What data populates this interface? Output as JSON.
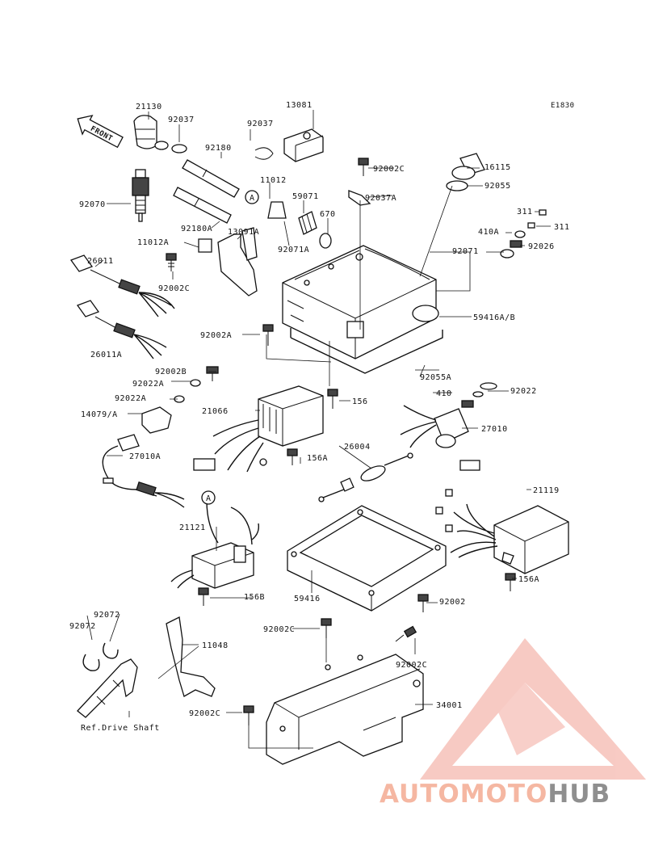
{
  "diagram": {
    "code": "E1830",
    "front_label": "FRONT",
    "ref_label": "Ref.Drive Shaft",
    "circle_ref": "A",
    "parts": [
      {
        "id": "p21130",
        "label": "21130"
      },
      {
        "id": "p92037a",
        "label": "92037"
      },
      {
        "id": "p92037b",
        "label": "92037"
      },
      {
        "id": "p13081",
        "label": "13081"
      },
      {
        "id": "p92180",
        "label": "92180"
      },
      {
        "id": "p11012",
        "label": "11012"
      },
      {
        "id": "p59071",
        "label": "59071"
      },
      {
        "id": "p670",
        "label": "670"
      },
      {
        "id": "p92070",
        "label": "92070"
      },
      {
        "id": "p92180A",
        "label": "92180A"
      },
      {
        "id": "p92071A",
        "label": "92071A"
      },
      {
        "id": "p11012A",
        "label": "11012A"
      },
      {
        "id": "p13091A",
        "label": "13091A"
      },
      {
        "id": "p26011",
        "label": "26011"
      },
      {
        "id": "p92002Ca",
        "label": "92002C"
      },
      {
        "id": "p92002Cb",
        "label": "92002C"
      },
      {
        "id": "p82037A",
        "label": "92037A"
      },
      {
        "id": "p16115",
        "label": "16115"
      },
      {
        "id": "p92055",
        "label": "92055"
      },
      {
        "id": "p311a",
        "label": "311"
      },
      {
        "id": "p311b",
        "label": "311"
      },
      {
        "id": "p410A",
        "label": "410A"
      },
      {
        "id": "p92026",
        "label": "92026"
      },
      {
        "id": "p92071",
        "label": "92071"
      },
      {
        "id": "p59416AB",
        "label": "59416A/B"
      },
      {
        "id": "p26011A",
        "label": "26011A"
      },
      {
        "id": "p92002A",
        "label": "92002A"
      },
      {
        "id": "p92055A",
        "label": "92055A"
      },
      {
        "id": "p92022",
        "label": "92022"
      },
      {
        "id": "p92002B",
        "label": "92002B"
      },
      {
        "id": "p92022A1",
        "label": "92022A"
      },
      {
        "id": "p92022A2",
        "label": "92022A"
      },
      {
        "id": "p156",
        "label": "156"
      },
      {
        "id": "p410",
        "label": "410"
      },
      {
        "id": "p14079A",
        "label": "14079/A"
      },
      {
        "id": "p21066",
        "label": "21066"
      },
      {
        "id": "p27010",
        "label": "27010"
      },
      {
        "id": "p27010A",
        "label": "27010A"
      },
      {
        "id": "p156A1",
        "label": "156A"
      },
      {
        "id": "p26004",
        "label": "26004"
      },
      {
        "id": "p21119",
        "label": "21119"
      },
      {
        "id": "p21121",
        "label": "21121"
      },
      {
        "id": "p156B",
        "label": "156B"
      },
      {
        "id": "p59416",
        "label": "59416"
      },
      {
        "id": "p156A2",
        "label": "156A"
      },
      {
        "id": "p92002",
        "label": "92002"
      },
      {
        "id": "p92072a",
        "label": "92072"
      },
      {
        "id": "p92072b",
        "label": "92072"
      },
      {
        "id": "p11048",
        "label": "11048"
      },
      {
        "id": "p92002Cc",
        "label": "92002C"
      },
      {
        "id": "p92002Cd",
        "label": "92002C"
      },
      {
        "id": "p34001",
        "label": "34001"
      },
      {
        "id": "p92002Ce",
        "label": "92002C"
      }
    ]
  },
  "watermark": {
    "part1": "AUTOMOTO",
    "part2": "HUB",
    "accent": "#f08a7a",
    "gray": "#8f8f8f"
  }
}
